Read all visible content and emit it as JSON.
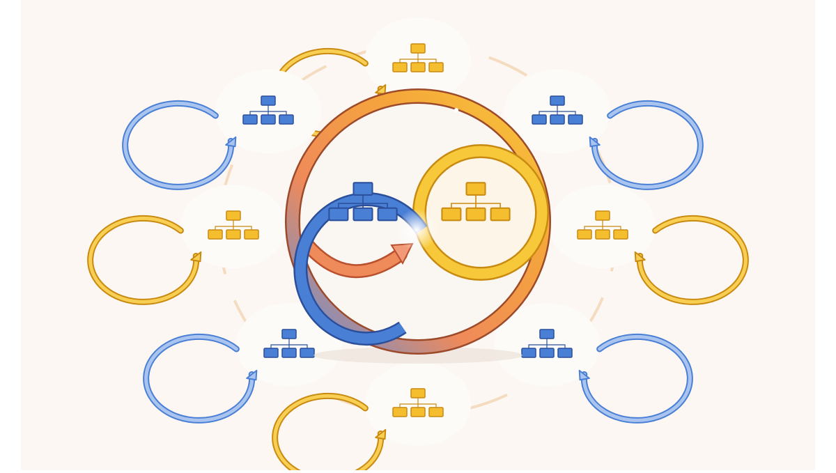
{
  "illustration": {
    "subject": "infinity-loop-hierarchy-cycle",
    "colors": {
      "background": "#fcf7f3",
      "blue": "#4a7fd6",
      "blue_dark": "#2b4f9a",
      "blue_light": "#a9c4ee",
      "yellow": "#f5be2e",
      "yellow_dark": "#c98a12",
      "orange": "#ef8a5a",
      "orange_dark": "#b9502e",
      "ring_faint": "#f5dcc0"
    },
    "center": {
      "left_loop": {
        "theme": "blue",
        "icon": "org-chart-icon"
      },
      "right_loop": {
        "theme": "yellow",
        "icon": "org-chart-icon"
      },
      "outer_ring": {
        "theme": "orange-gradient"
      },
      "arrow": {
        "theme": "orange",
        "icon": "arrow-icon"
      }
    },
    "satellites": [
      {
        "name": "top",
        "theme": "yellow"
      },
      {
        "name": "top-right",
        "theme": "blue"
      },
      {
        "name": "right",
        "theme": "yellow"
      },
      {
        "name": "bottom-right",
        "theme": "blue"
      },
      {
        "name": "bottom",
        "theme": "yellow"
      },
      {
        "name": "bottom-left",
        "theme": "blue"
      },
      {
        "name": "left",
        "theme": "yellow"
      },
      {
        "name": "top-left",
        "theme": "blue"
      }
    ]
  }
}
